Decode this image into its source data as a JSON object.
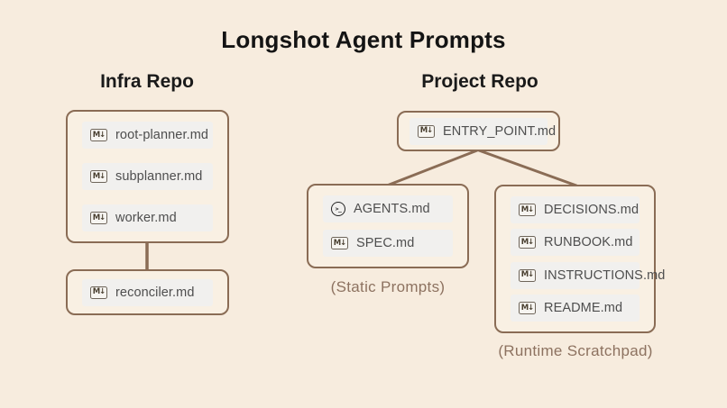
{
  "title": "Longshot Agent Prompts",
  "colors": {
    "background": "#f7ecde",
    "node_fill": "#f9f0e3",
    "node_border": "#8a6c55",
    "row_background": "#f1f0ee",
    "file_text": "#4e4e4e",
    "caption_text": "#8d7260",
    "title_text": "#141414"
  },
  "icons": {
    "markdown_glyph": "M↓",
    "terminal_glyph": ">_"
  },
  "infra": {
    "heading": "Infra Repo",
    "main_box": {
      "files": [
        {
          "icon": "markdown-icon",
          "name": "root-planner.md"
        },
        {
          "icon": "markdown-icon",
          "name": "subplanner.md"
        },
        {
          "icon": "markdown-icon",
          "name": "worker.md"
        }
      ]
    },
    "child_box": {
      "files": [
        {
          "icon": "markdown-icon",
          "name": "reconciler.md"
        }
      ]
    }
  },
  "project": {
    "heading": "Project Repo",
    "entry_box": {
      "files": [
        {
          "icon": "markdown-icon",
          "name": "ENTRY_POINT.md"
        }
      ]
    },
    "static_box": {
      "caption": "(Static Prompts)",
      "files": [
        {
          "icon": "terminal-icon",
          "name": "AGENTS.md"
        },
        {
          "icon": "markdown-icon",
          "name": "SPEC.md"
        }
      ]
    },
    "runtime_box": {
      "caption": "(Runtime Scratchpad)",
      "files": [
        {
          "icon": "markdown-icon",
          "name": "DECISIONS.md"
        },
        {
          "icon": "markdown-icon",
          "name": "RUNBOOK.md"
        },
        {
          "icon": "markdown-icon",
          "name": "INSTRUCTIONS.md"
        },
        {
          "icon": "markdown-icon",
          "name": "README.md"
        }
      ]
    }
  }
}
